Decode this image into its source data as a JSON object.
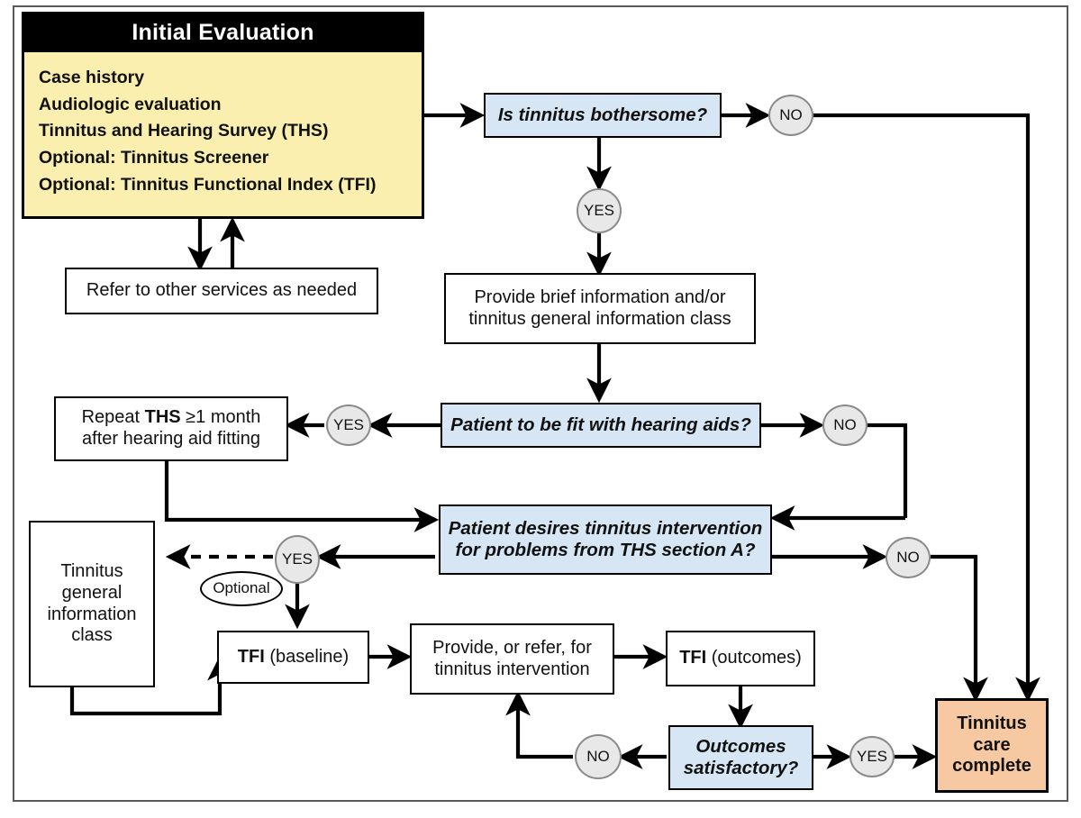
{
  "diagram": {
    "title": "Tinnitus clinical management flowchart",
    "colors": {
      "decision_fill": "#D6E6F4",
      "initial_fill": "#FAEFAF",
      "terminal_fill": "#F7C9A2",
      "pill_fill": "#E8E8E8",
      "header_fill": "#000000",
      "line": "#000000",
      "frame": "#5A5A5A"
    }
  },
  "initial_evaluation": {
    "header": "Initial Evaluation",
    "items": [
      "Case history",
      "Audiologic evaluation",
      "Tinnitus and Hearing Survey (THS)",
      "Optional: Tinnitus Screener",
      "Optional: Tinnitus Functional Index (TFI)"
    ]
  },
  "nodes": {
    "refer_other_services": "Refer to other services as needed",
    "is_bothersome": "Is tinnitus bothersome?",
    "provide_brief_info_line1": "Provide brief information and/or",
    "provide_brief_info_line2": "tinnitus general information class",
    "repeat_ths_pre": "Repeat ",
    "repeat_ths_bold": "THS",
    "repeat_ths_post": " ≥1 month",
    "repeat_ths_line2": "after hearing aid fitting",
    "hearing_aids": "Patient to be fit with hearing aids?",
    "desires_line1": "Patient desires tinnitus intervention",
    "desires_line2_pre": "for problems from ",
    "desires_line2_bold": "THS",
    "desires_line2_post": " section A?",
    "tgic_line1": "Tinnitus",
    "tgic_line2": "general",
    "tgic_line3": "information",
    "tgic_line4": "class",
    "tfi_baseline_bold": "TFI",
    "tfi_baseline_rest": " (baseline)",
    "provide_refer_line1": "Provide, or refer, for",
    "provide_refer_line2": "tinnitus intervention",
    "tfi_outcomes_bold": "TFI",
    "tfi_outcomes_rest": " (outcomes)",
    "outcomes_line1": "Outcomes",
    "outcomes_line2": "satisfactory?",
    "care_complete_line1": "Tinnitus",
    "care_complete_line2": "care",
    "care_complete_line3": "complete",
    "optional_label": "Optional"
  },
  "branch_labels": {
    "no_bothersome": "NO",
    "yes_bothersome": "YES",
    "yes_hearing_aids": "YES",
    "no_hearing_aids": "NO",
    "yes_desires": "YES",
    "no_desires": "NO",
    "no_outcomes": "NO",
    "yes_outcomes": "YES"
  }
}
